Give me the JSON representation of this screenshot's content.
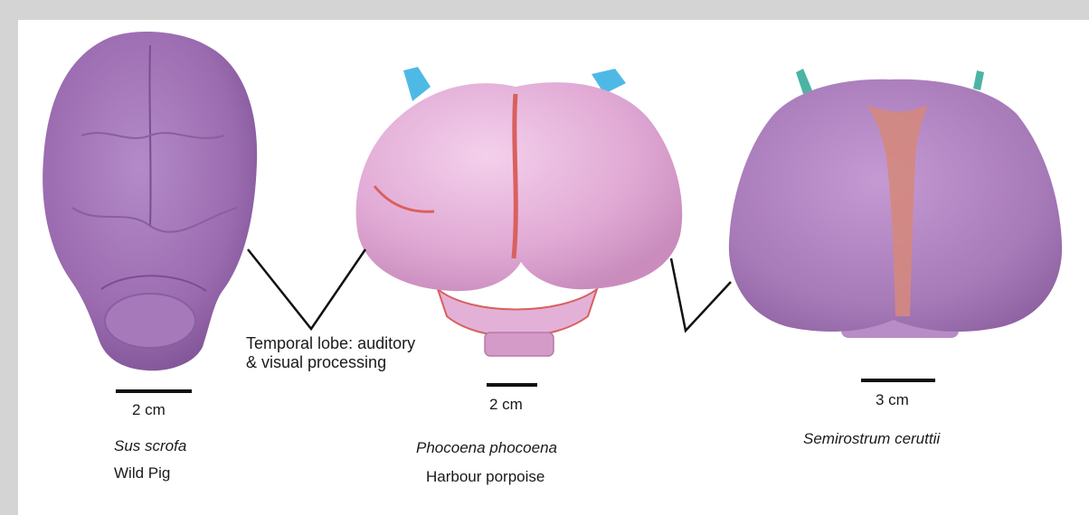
{
  "colors": {
    "background_border": "#d4d4d4",
    "panel": "#ffffff",
    "pig_brain": "#9b6bb0",
    "porpoise_brain": "#e0a9d4",
    "cerutti_brain": "#a77ab8",
    "vessels": "#d9605e",
    "cyan_nerve": "#4fb9e6",
    "teal_nerve": "#4ab4a4",
    "line": "#111111"
  },
  "specimens": [
    {
      "id": "pig",
      "scale_label": "2 cm",
      "species": "Sus scrofa",
      "common_name": "Wild Pig"
    },
    {
      "id": "porpoise",
      "scale_label": "2 cm",
      "species": "Phocoena phocoena",
      "common_name": "Harbour porpoise"
    },
    {
      "id": "cerutti",
      "scale_label": "3 cm",
      "species": "Semirostrum ceruttii",
      "common_name": ""
    }
  ],
  "annotation": {
    "text": "Temporal lobe: auditory & visual processing"
  }
}
